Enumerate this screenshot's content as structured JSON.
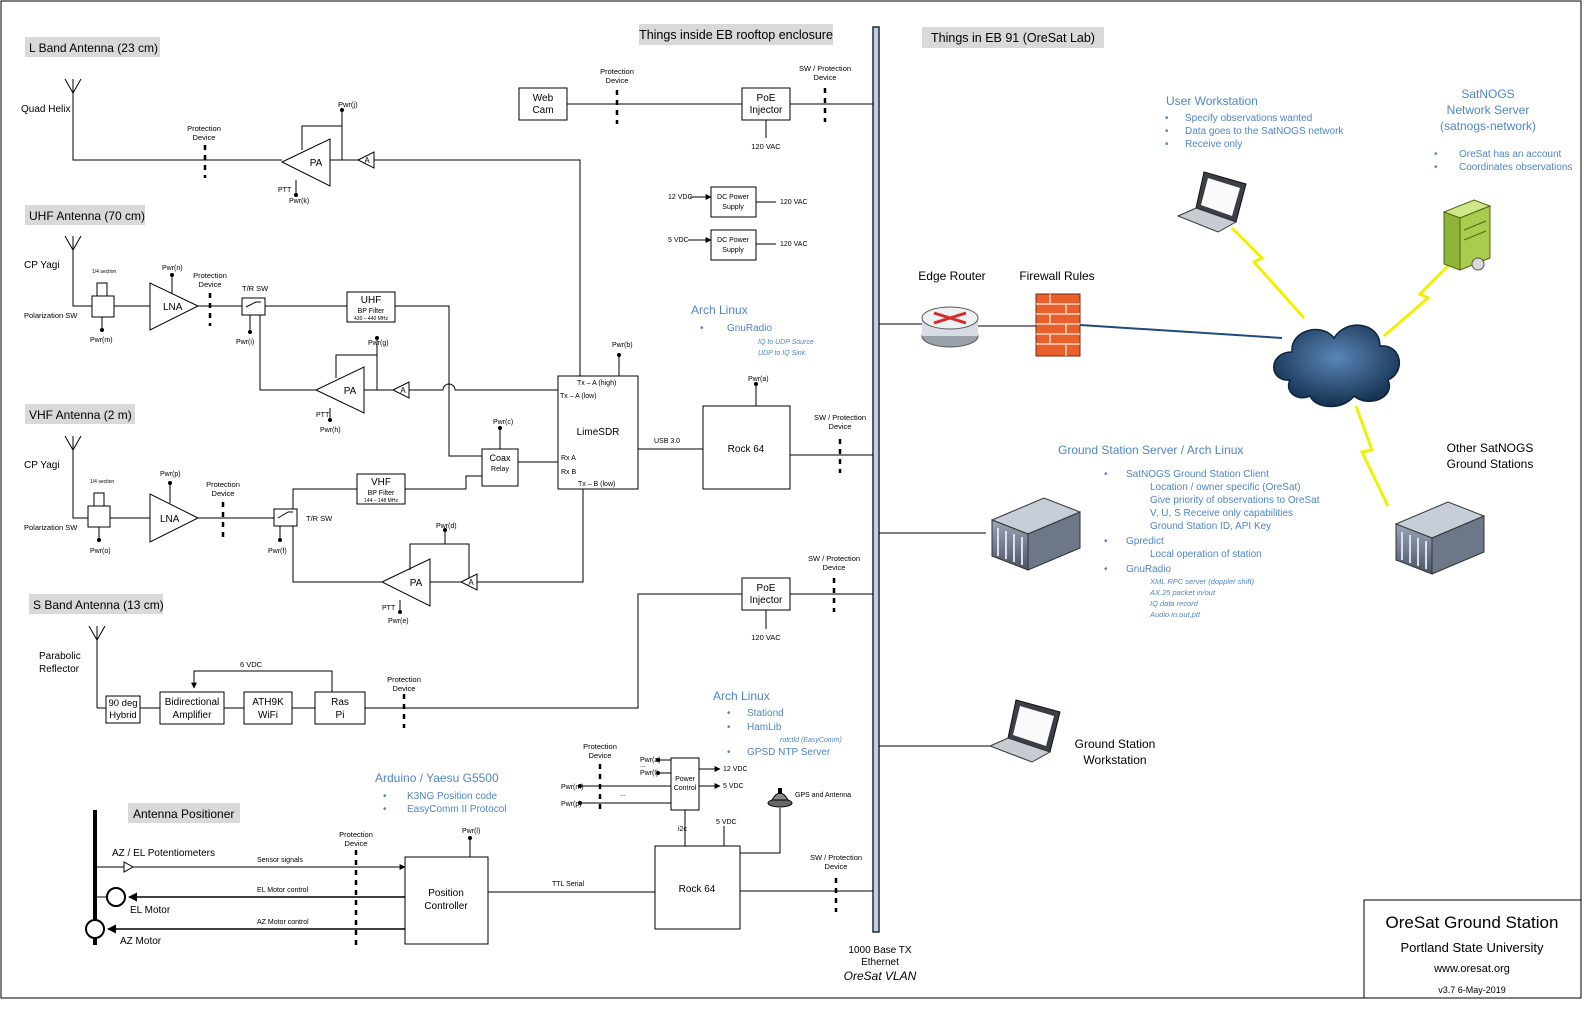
{
  "sections": {
    "enclosure": "Things inside EB rooftop enclosure",
    "lab": "Things in EB 91 (OreSat Lab)"
  },
  "antennas": {
    "l_band": "L Band Antenna (23 cm)",
    "uhf": "UHF Antenna (70 cm)",
    "vhf": "VHF Antenna (2 m)",
    "s_band": "S Band Antenna (13 cm)",
    "positioner": "Antenna Positioner"
  },
  "labels": {
    "quad_helix": "Quad Helix",
    "cp_yagi": "CP Yagi",
    "polarization_sw": "Polarization SW",
    "parabolic": "Parabolic",
    "reflector": "Reflector",
    "protection": "Protection",
    "device": "Device",
    "sw_protection": "SW / Protection",
    "pa": "PA",
    "lna": "LNA",
    "a": "A",
    "ptt": "PTT",
    "tr_sw": "T/R SW",
    "quarter_wave": "1/4 section",
    "v120": "120 VAC",
    "v12": "12 VDC",
    "v5": "5 VDC",
    "v6": "6 VDC",
    "usb": "USB 3.0",
    "i2c": "i2c",
    "ttl": "TTL Serial",
    "sensor_signals": "Sensor signals",
    "el_motor_control": "EL Motor control",
    "az_motor_control": "AZ Motor control",
    "az_el_pot": "AZ / EL  Potentiometers",
    "el_motor": "EL Motor",
    "az_motor": "AZ Motor",
    "gps_antenna": "GPS and Antenna",
    "ethernet_1": "1000 Base TX",
    "ethernet_2": "Ethernet",
    "ethernet_3": "OreSat VLAN",
    "edge_router": "Edge Router",
    "firewall": "Firewall Rules",
    "other_1": "Other SatNOGS",
    "other_2": "Ground Stations",
    "gs_workstation_1": "Ground Station",
    "gs_workstation_2": "Workstation",
    "ellipsis": "...",
    "pwr_j": "Pwr(j)",
    "pwr_k": "Pwr(k)",
    "pwr_n": "Pwr(n)",
    "pwr_m": "Pwr(m)",
    "pwr_i": "Pwr(i)",
    "pwr_g": "Pwr(g)",
    "pwr_h": "Pwr(h)",
    "pwr_b": "Pwr(b)",
    "pwr_c": "Pwr(c)",
    "pwr_a": "Pwr(a)",
    "pwr_p": "Pwr(p)",
    "pwr_o": "Pwr(o)",
    "pwr_f": "Pwr(f)",
    "pwr_d": "Pwr(d)",
    "pwr_e": "Pwr(e)",
    "pwr_l": "Pwr(l)",
    "pwr_a2": "Pwr(a)",
    "pwr_l2": "Pwr(l)",
    "pwr_m2": "Pwr(m)",
    "pwr_p2": "Pwr(p)"
  },
  "boxes": {
    "webcam_1": "Web",
    "webcam_2": "Cam",
    "poe_1": "PoE",
    "poe_2": "Injector",
    "dc_1": "DC Power",
    "dc_2": "Supply",
    "uhf_1": "UHF",
    "uhf_2": "BP Filter",
    "uhf_3": "430 – 440 MHz",
    "vhf_1": "VHF",
    "vhf_2": "BP Filter",
    "vhf_3": "144 – 148 MHz",
    "coax_1": "Coax",
    "coax_2": "Relay",
    "lime": "LimeSDR",
    "lime_txa_high": "Tx – A (high)",
    "lime_txa_low": "Tx – A (low)",
    "lime_rxa": "Rx    A",
    "lime_rxb": "Rx    B",
    "lime_txb_low": "Tx – B (low)",
    "rock64": "Rock 64",
    "hybrid_1": "90 deg",
    "hybrid_2": "Hybrid",
    "bidir_1": "Bidirectional",
    "bidir_2": "Amplifier",
    "ath_1": "ATH9K",
    "ath_2": "WiFi",
    "ras_1": "Ras",
    "ras_2": "Pi",
    "power_1": "Power",
    "power_2": "Control",
    "posctl_1": "Position",
    "posctl_2": "Controller"
  },
  "notes": {
    "arch1_title": "Arch Linux",
    "arch1_items": [
      "GnuRadio"
    ],
    "arch1_sub": [
      "IQ to UDP Source",
      "UDP to IQ Sink"
    ],
    "user_ws_title": "User Workstation",
    "user_ws_items": [
      "Specify observations wanted",
      "Data goes to the SatNOGS network",
      "Receive only"
    ],
    "satnogs_title": [
      "SatNOGS",
      "Network Server",
      "(satnogs-network)"
    ],
    "satnogs_items": [
      "OreSat has an account",
      "Coordinates observations"
    ],
    "gss_title": "Ground Station Server  / Arch Linux",
    "gss_item1": "SatNOGS Ground Station Client",
    "gss_item1_sub": [
      "Location / owner specific (OreSat)",
      "Give priority of observations to OreSat",
      "V, U, S  Receive only capabilities",
      "Ground Station ID, API Key"
    ],
    "gss_item2": "Gpredict",
    "gss_item2_sub": [
      "Local operation of station"
    ],
    "gss_item3": "GnuRadio",
    "gss_item3_sub": [
      "XML RPC server (doppler shift)",
      "AX.25 packet in/out",
      "IQ data record",
      "Audio in,out,ptt"
    ],
    "arch2_title": "Arch Linux",
    "arch2_items": [
      "Stationd",
      "HamLib"
    ],
    "arch2_sub": "rotctld (EasyComm)",
    "arch2_item3": "GPSD NTP Server",
    "ard_title": "Arduino / Yaesu G5500",
    "ard_items": [
      "K3NG Position code",
      "EasyComm II Protocol"
    ]
  },
  "title_block": {
    "title": "OreSat Ground Station",
    "org": "Portland State University",
    "url": "www.oresat.org",
    "version": "v3.7  6-May-2019"
  },
  "colors": {
    "note_blue": "#4e86c4",
    "bus": "#c3cfe0",
    "cloud": "#1f3f64",
    "bolt": "#f2f000",
    "firewall": "#e8602c"
  }
}
